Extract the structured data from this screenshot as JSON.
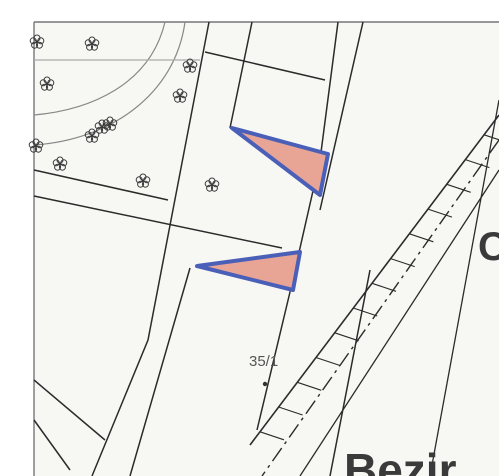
{
  "map": {
    "paper_color": "#f7f7f4",
    "line_color": "#2b2b2b",
    "marker_fill": "#e8a595",
    "marker_stroke": "#4a5fb8",
    "parcel_number": "35/1",
    "partial_label_right": "C",
    "partial_label_bottom": "Bezir",
    "symbols": {
      "tree": "flower-tree-icon"
    }
  }
}
